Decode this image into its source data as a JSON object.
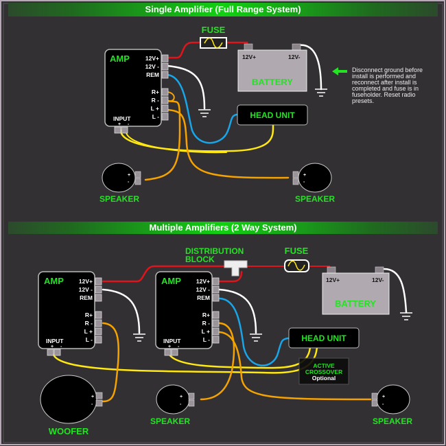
{
  "colors": {
    "background": "#333033",
    "banner": "#1aa01a",
    "label_green": "#22e422",
    "power_wire": "#e0141a",
    "ground_wire": "#ffffff",
    "remote_wire": "#19a6e8",
    "signal_wire": "#ffe814",
    "speaker_wire": "#f5a300",
    "battery": "#b0a9b0"
  },
  "section1": {
    "title": "Single Amplifier (Full Range System)",
    "fuse_label": "FUSE",
    "amp": {
      "label": "AMP",
      "terminals": [
        "12V+",
        "12V -",
        "REM",
        "R+",
        "R -",
        "L +",
        "L -"
      ],
      "input_label": "INPUT",
      "input_plus": "+",
      "input_minus": "-"
    },
    "battery": {
      "label": "BATTERY",
      "pos": "12V+",
      "neg": "12V-"
    },
    "head_unit": "HEAD UNIT",
    "speakers": [
      {
        "label": "SPEAKER"
      },
      {
        "label": "SPEAKER"
      }
    ],
    "speaker_plus": "+",
    "speaker_minus": "-",
    "note": [
      "Disconnect ground before",
      "install is performed and",
      "reconnect after install is",
      "completed and fuse is in",
      "fuseholder. Reset radio",
      "presets."
    ]
  },
  "section2": {
    "title": "Multiple Amplifiers (2 Way System)",
    "distribution_label": [
      "DISTRIBUTION",
      "BLOCK"
    ],
    "fuse_label": "FUSE",
    "amps": [
      {
        "label": "AMP",
        "terminals": [
          "12V+",
          "12V -",
          "REM",
          "R+",
          "R -",
          "L +",
          "L -"
        ],
        "input_label": "INPUT"
      },
      {
        "label": "AMP",
        "terminals": [
          "12V+",
          "12V -",
          "REM",
          "R+",
          "R -",
          "L +",
          "L -"
        ],
        "input_label": "INPUT"
      }
    ],
    "battery": {
      "label": "BATTERY",
      "pos": "12V+",
      "neg": "12V-"
    },
    "head_unit": "HEAD UNIT",
    "crossover": {
      "line1": "ACTIVE",
      "line2": "CROSSOVER",
      "line3": "Optional"
    },
    "woofer": "WOOFER",
    "speakers": [
      {
        "label": "SPEAKER"
      },
      {
        "label": "SPEAKER"
      }
    ]
  }
}
